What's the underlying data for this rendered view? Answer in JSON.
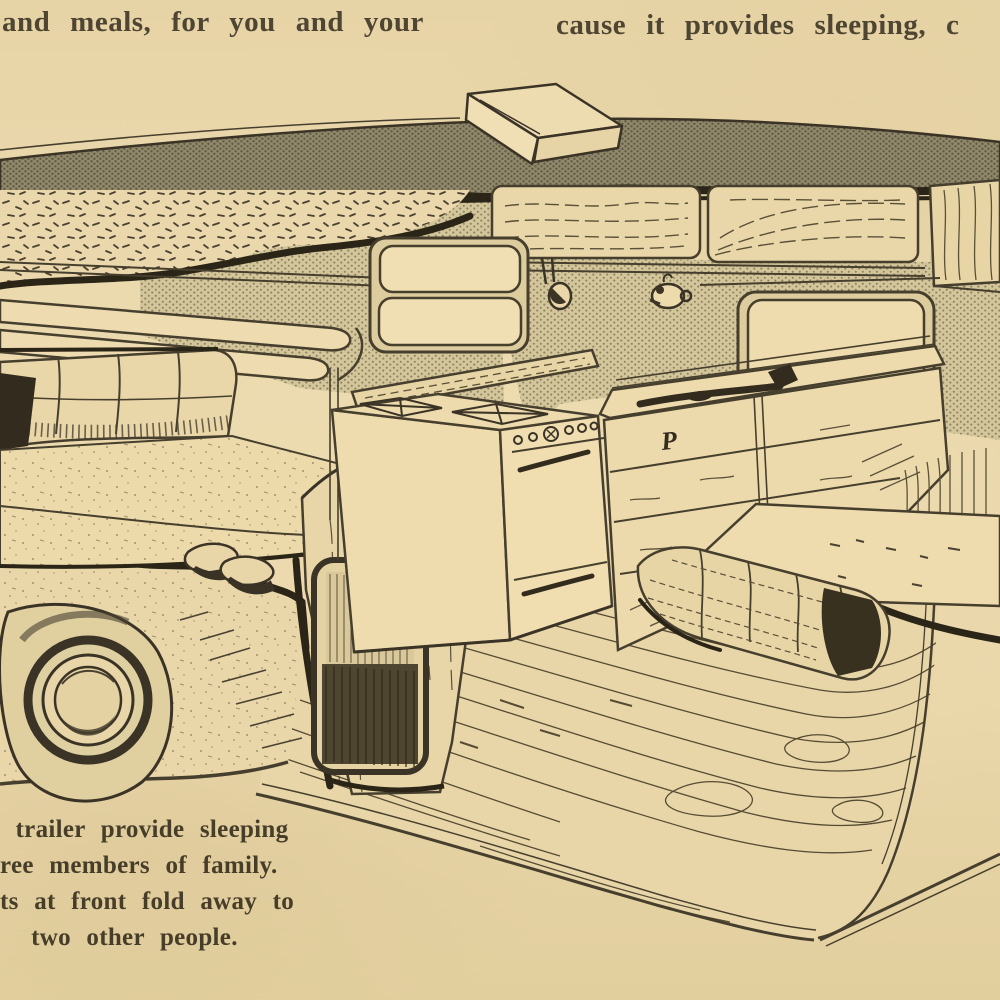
{
  "page": {
    "top_text_left": "and meals, for you and your",
    "top_text_right": "cause it provides sleeping, c",
    "caption_lines": [
      " trailer provide sleeping",
      "ree members of family.",
      "ts at front fold away to",
      "  two other people."
    ]
  },
  "illustration": {
    "description": "Cutaway line drawing of a travel trailer interior: fold-away sleeping couch at front, roof vent, louvered windows, wood cabinets, gas stove, sink counter with hand pump, rear bench bed, wheel and fender, wood-grain floor",
    "pump_label": "P",
    "paper_color": "#e9d7ab",
    "ink_color": "#473f2e",
    "heavy_ink_color": "#2b2518",
    "roof_halftone_color": "#91896b",
    "wall_halftone_color": "#d3c69b"
  }
}
